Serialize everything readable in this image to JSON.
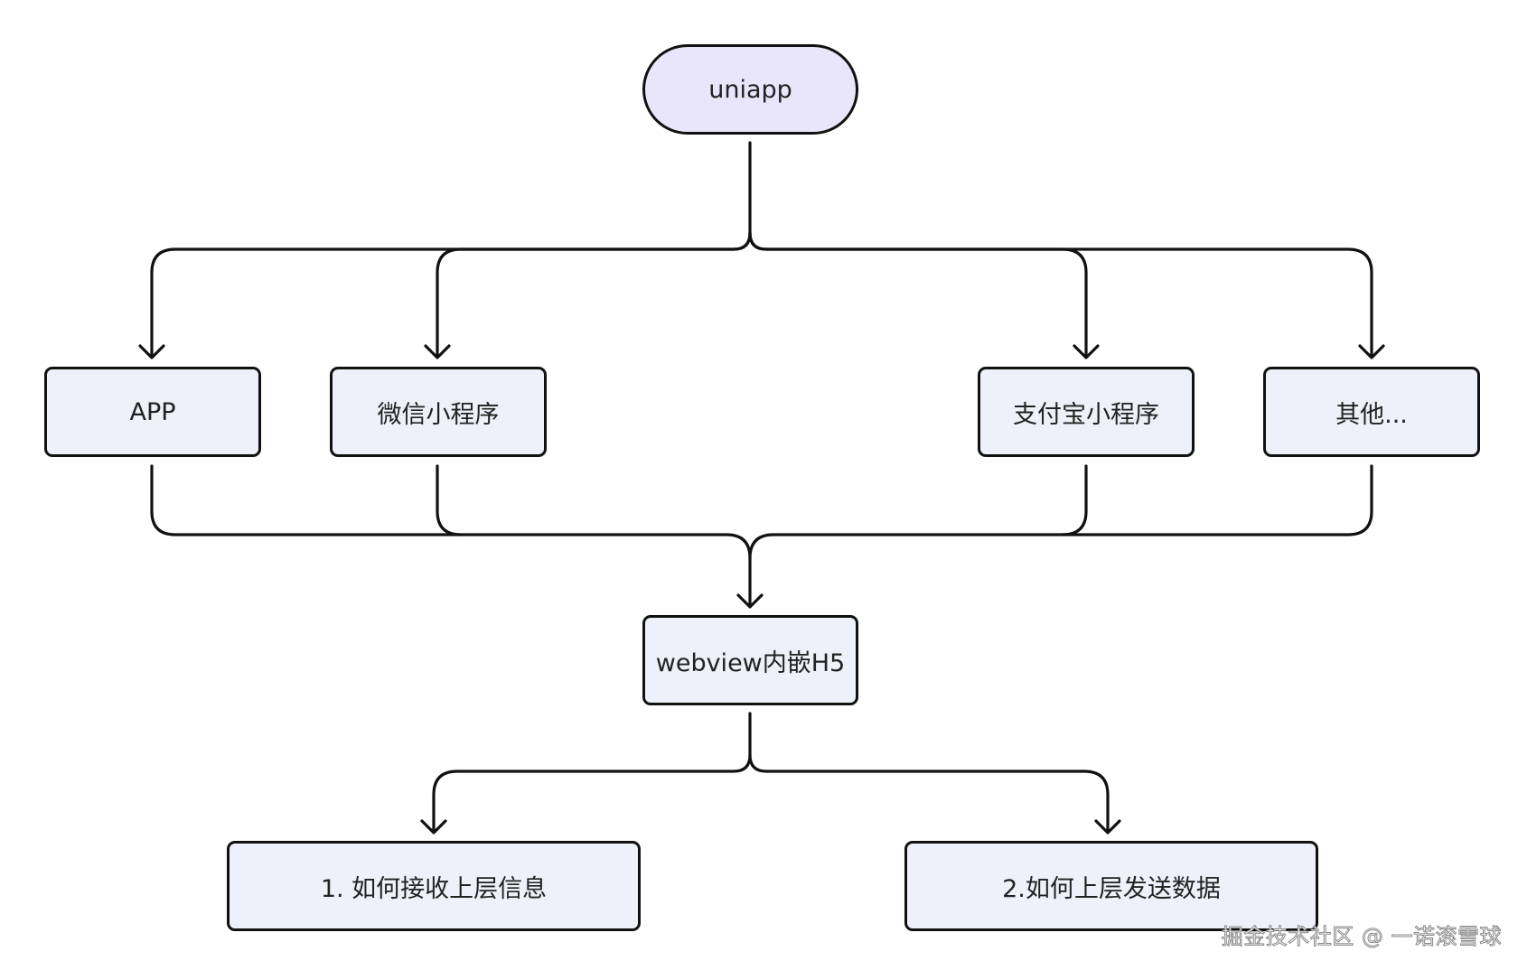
{
  "diagram": {
    "nodes": {
      "root": "uniapp",
      "app": "APP",
      "wechat": "微信小程序",
      "alipay": "支付宝小程序",
      "other": "其他...",
      "webview": "webview内嵌H5",
      "receive": "1. 如何接收上层信息",
      "send": "2.如何上层发送数据"
    },
    "colors": {
      "root_fill": "#e9e5fb",
      "node_fill": "#eef0fa",
      "stroke": "#111111"
    }
  },
  "watermark": "掘金技术社区 @ 一诺滚雪球"
}
